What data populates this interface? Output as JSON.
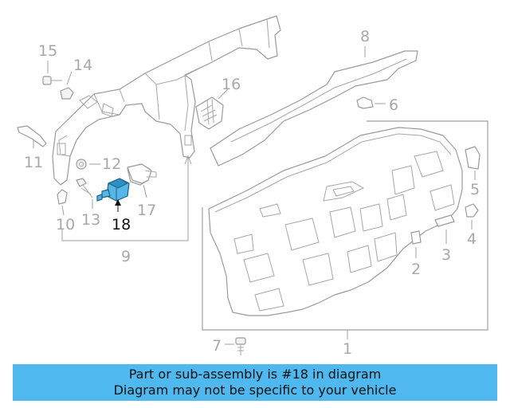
{
  "diagram": {
    "callouts": {
      "c1": "1",
      "c2": "2",
      "c3": "3",
      "c4": "4",
      "c5": "5",
      "c6": "6",
      "c7": "7",
      "c8": "8",
      "c9": "9",
      "c10": "10",
      "c11": "11",
      "c12": "12",
      "c13": "13",
      "c14": "14",
      "c15": "15",
      "c16": "16",
      "c17": "17",
      "c18": "18"
    },
    "highlighted_part": "18"
  },
  "colors": {
    "banner_background": "#4fb9ef",
    "highlight_part": "#56b7e6",
    "line_art": "#9a9a9a",
    "callout_text": "#a8a8a8"
  },
  "banner": {
    "line1": "Part or sub-assembly is #18 in diagram",
    "line2": "Diagram may not be specific to your vehicle"
  }
}
